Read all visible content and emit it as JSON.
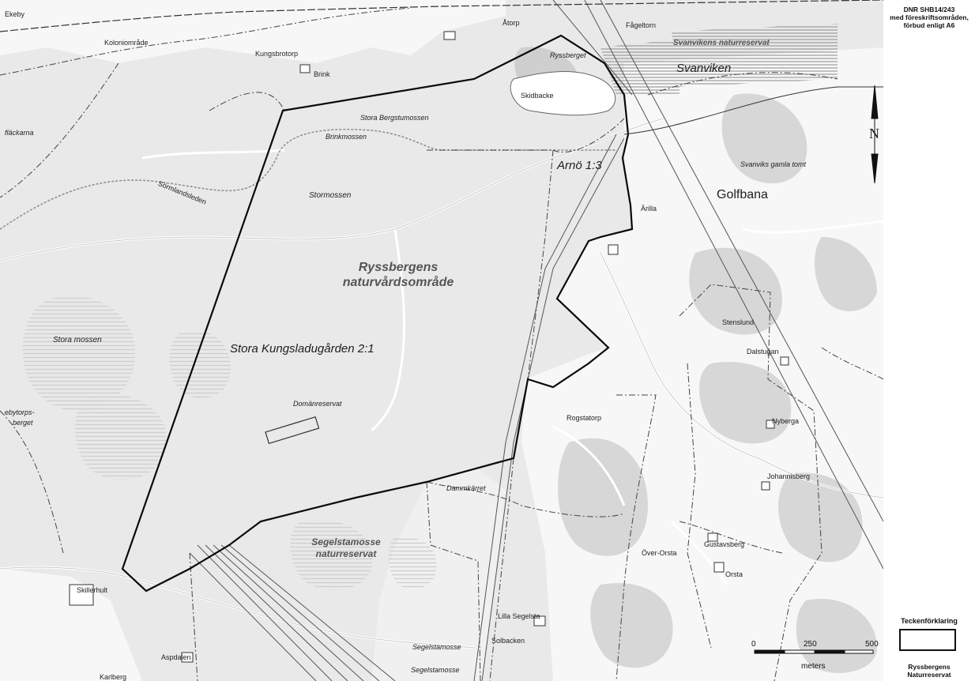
{
  "sidebar": {
    "header_line1": "DNR SHB14/243",
    "header_line2": "med föreskriftsområden,",
    "header_line3": "förbud enligt A6",
    "legend_title": "Teckenförklaring",
    "legend_item_line1": "Ryssbergens",
    "legend_item_line2": "Naturreservat"
  },
  "scalebar": {
    "tick_0": "0",
    "tick_250": "250",
    "tick_500": "500",
    "unit": "meters"
  },
  "north_arrow": {
    "label": "N"
  },
  "map_labels": {
    "ekeby": "Ekeby",
    "koloniomrade": "Koloniområde",
    "kungsbrotorp": "Kungsbrotorp",
    "brink": "Brink",
    "atorp": "Åtorp",
    "fageltorn": "Fågeltorn",
    "svanvikens_nr": "Svanvikens naturreservat",
    "svanviken": "Svanviken",
    "ryssberget": "Ryssberget",
    "skidbacke": "Skidbacke",
    "stora_bergstumossen": "Stora Bergstumossen",
    "brinkmossen": "Brinkmossen",
    "flackarna": "fläckarna",
    "sormlandsleden": "Sörmlandsleden",
    "stormossen": "Stormossen",
    "arno": "Arnö 1:3",
    "svanviks_gamla_tomt": "Svanviks gamla tomt",
    "golfbana": "Golfbana",
    "arilla": "Ärilla",
    "ryssbergens_line1": "Ryssbergens",
    "ryssbergens_line2": "naturvårdsområde",
    "stora_mossen": "Stora mossen",
    "stora_kungsladugarden": "Stora Kungsladugården 2:1",
    "stenslund": "Stenslund",
    "dalstugan": "Dalstugan",
    "ebytorps_line1": "ebytorps-",
    "ebytorps_line2": "berget",
    "domanreservat": "Domänreservat",
    "rogstatorp": "Rogstatorp",
    "nyberga": "Nyberga",
    "johannisberg": "Johannisberg",
    "dammkarret": "Dammkärret",
    "segelstamosse_line1": "Segelstamosse",
    "segelstamosse_line2": "naturreservat",
    "gustavsberg": "Gustavsberg",
    "over_orsta": "Över-Orsta",
    "orsta": "Orsta",
    "skillerhult": "Skillerhult",
    "lilla_segelsta": "Lilla Segelsta",
    "solbacken": "Solbacken",
    "segelstamosse_small": "Segelstamosse",
    "segelstamosse_small2": "Segelstamosse",
    "aspdalen": "Aspdalen",
    "karlberg": "Karlberg"
  }
}
